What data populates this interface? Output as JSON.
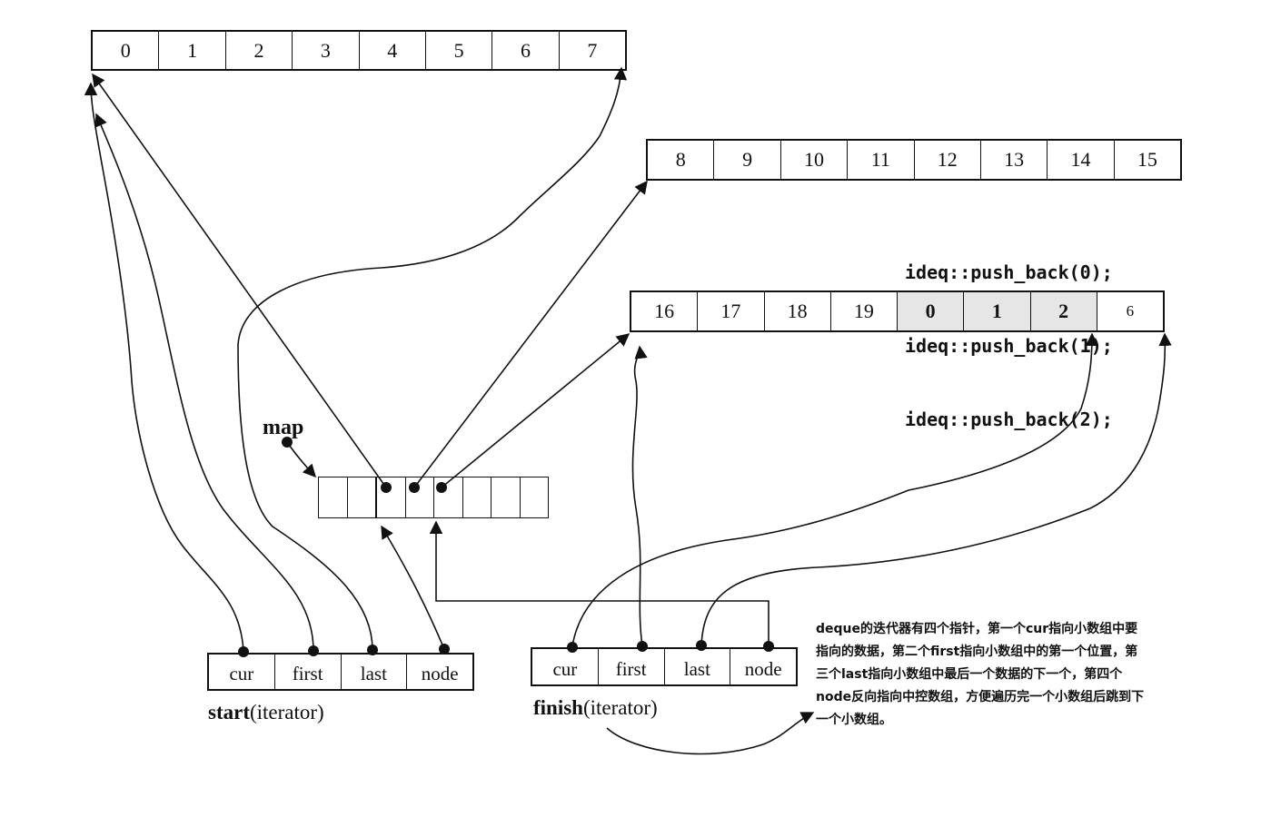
{
  "arrays": {
    "top": [
      "0",
      "1",
      "2",
      "3",
      "4",
      "5",
      "6",
      "7"
    ],
    "middle": [
      "8",
      "9",
      "10",
      "11",
      "12",
      "13",
      "14",
      "15"
    ],
    "bottom": [
      "16",
      "17",
      "18",
      "19",
      "0",
      "1",
      "2",
      "6"
    ]
  },
  "map_label": "map",
  "start_iterator": {
    "fields": [
      "cur",
      "first",
      "last",
      "node"
    ],
    "name": "start",
    "suffix": "(iterator)"
  },
  "finish_iterator": {
    "fields": [
      "cur",
      "first",
      "last",
      "node"
    ],
    "name": "finish",
    "suffix": "(iterator)"
  },
  "code_lines": [
    "ideq::push_back(0);",
    "ideq::push_back(1);",
    "ideq::push_back(2);"
  ],
  "note_text": "deque的迭代器有四个指针，第一个cur指向小数组中要指向的数据，第二个first指向小数组中的第一个位置，第三个last指向小数组中最后一个数据的下一个，第四个node反向指向中控数组，方便遍历完一个小数组后跳到下一个小数组。"
}
